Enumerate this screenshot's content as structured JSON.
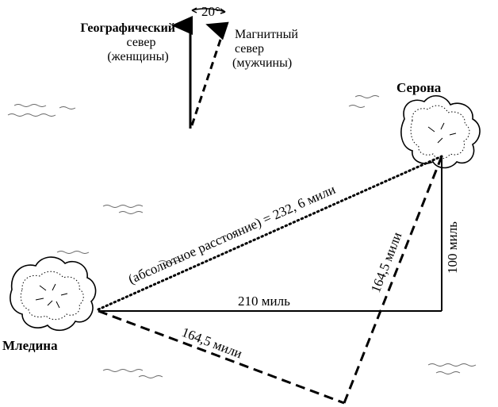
{
  "compass": {
    "angle_label": "20°",
    "geo_north_line1": "Географический",
    "geo_north_line2": "север",
    "geo_north_line3": "(женщины)",
    "mag_north_line1": "Магнитный",
    "mag_north_line2": "север",
    "mag_north_line3": "(мужчины)"
  },
  "islands": {
    "left": "Млединa",
    "right": "Серона"
  },
  "distances": {
    "absolute": "(абсолютное расстояние) = 232, 6 мили",
    "horizontal": "210 миль",
    "vertical": "100 миль",
    "dashed_lower": "164,5 мили",
    "dashed_upper": "164,5 мили"
  }
}
